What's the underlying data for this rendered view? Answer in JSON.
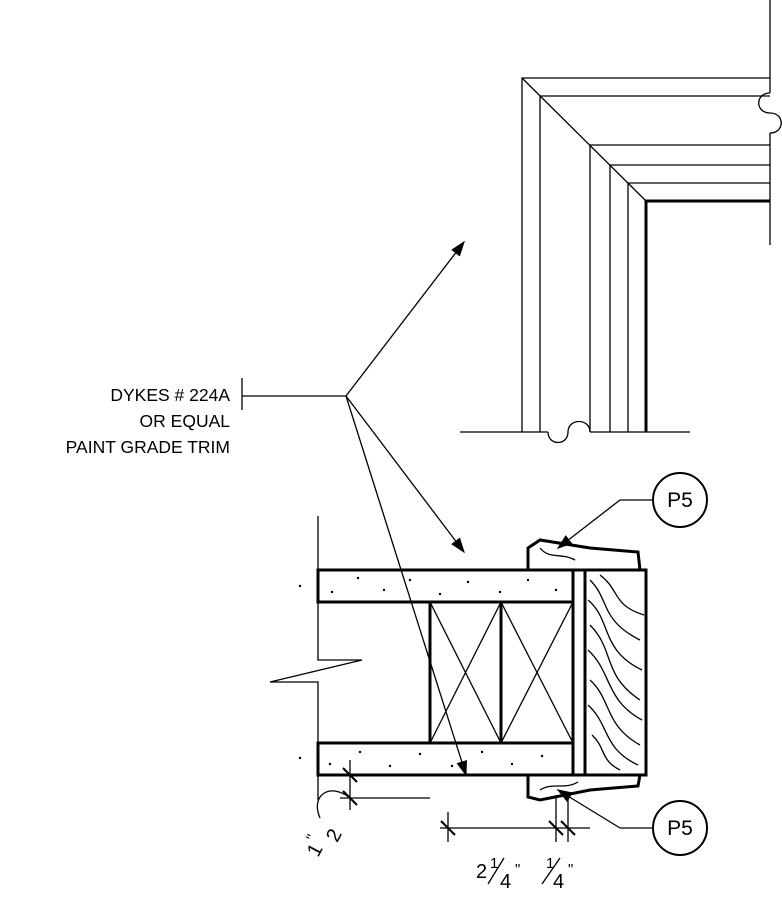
{
  "note": {
    "lines": [
      "DYKES # 224A",
      "OR EQUAL",
      "PAINT GRADE TRIM"
    ]
  },
  "tags": {
    "top": "P5",
    "bottom": "P5"
  },
  "dimensions": {
    "half": {
      "whole": "1",
      "num": "\"",
      "den": "2"
    },
    "two_quarter": {
      "whole": "2",
      "num": "1",
      "den": "4",
      "inch": "\""
    },
    "quarter": {
      "num": "1",
      "den": "4",
      "inch": "\""
    }
  }
}
